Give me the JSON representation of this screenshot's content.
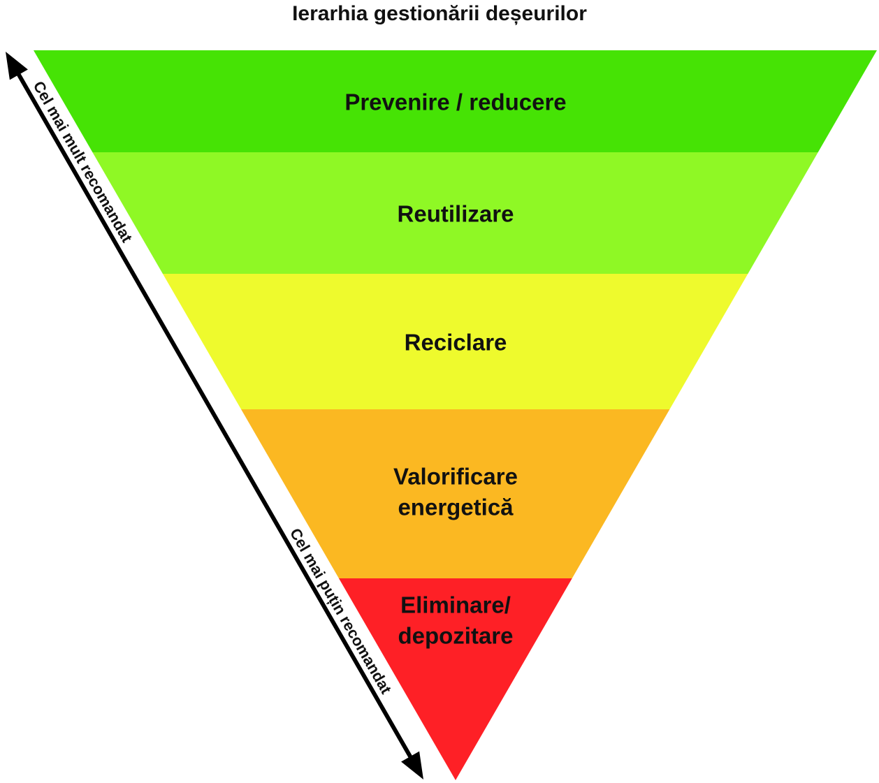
{
  "title": "Ierarhia gestionării deșeurilor",
  "levels": [
    {
      "lines": [
        "Prevenire / reducere"
      ],
      "color": "#46e305"
    },
    {
      "lines": [
        "Reutilizare"
      ],
      "color": "#8ff825"
    },
    {
      "lines": [
        "Reciclare"
      ],
      "color": "#eefa2d"
    },
    {
      "lines": [
        "Valorificare",
        "energetică"
      ],
      "color": "#fbb822"
    },
    {
      "lines": [
        "Eliminare/",
        "depozitare"
      ],
      "color": "#fe2026"
    }
  ],
  "arrow": {
    "top_label": "Cel mai mult recomandat",
    "bottom_label": "Cel mai puțin recomandat",
    "color": "#000000"
  }
}
